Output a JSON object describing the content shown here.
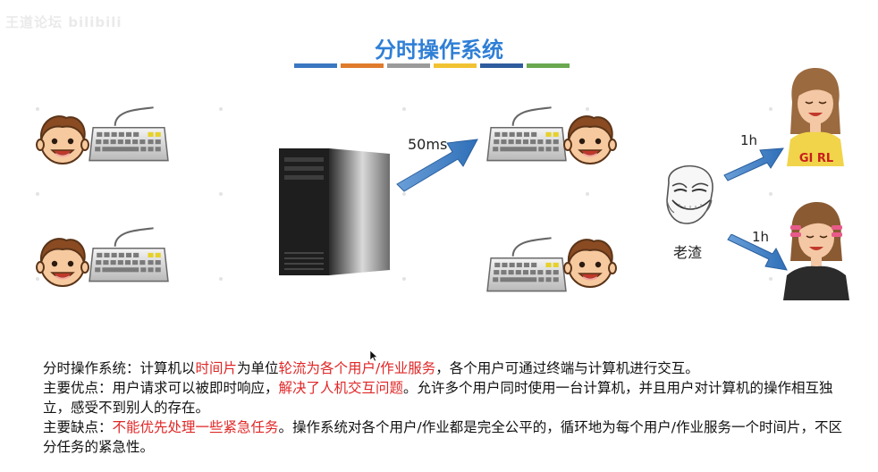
{
  "watermark": "王道论坛 bilibili",
  "slide": {
    "title": "分时操作系统",
    "title_color": "#2f7fd6",
    "bar_colors": [
      "#3a78c2",
      "#e07b2c",
      "#9b9b9b",
      "#f1c232",
      "#2e5c9e",
      "#6aa84f"
    ]
  },
  "diagram": {
    "arrow_label": "50ms",
    "man_label": "老渣",
    "girl_label": "GI RL",
    "time_label_1": "1h",
    "time_label_2": "1h"
  },
  "description": {
    "line1": {
      "p1": "分时操作系统：计算机以",
      "h1": "时间片",
      "p2": "为单位",
      "h2": "轮流为各个用户/作业服务",
      "p3": "，各个用户可通过终端与计算机进行交互。"
    },
    "line2": {
      "p1": "主要优点：用户请求可以被即时响应，",
      "h1": "解决了人机交互问题",
      "p2": "。允许多个用户同时使用一台计算机，并且用户对计算机的操作相互独立，感受不到别人的存在。"
    },
    "line3": {
      "p1": "主要缺点：",
      "h1": "不能优先处理一些紧急任务",
      "p2": "。操作系统对各个用户/作业都是完全公平的，循环地为每个用户/作业服务一个时间片，不区分任务的紧急性。"
    }
  }
}
